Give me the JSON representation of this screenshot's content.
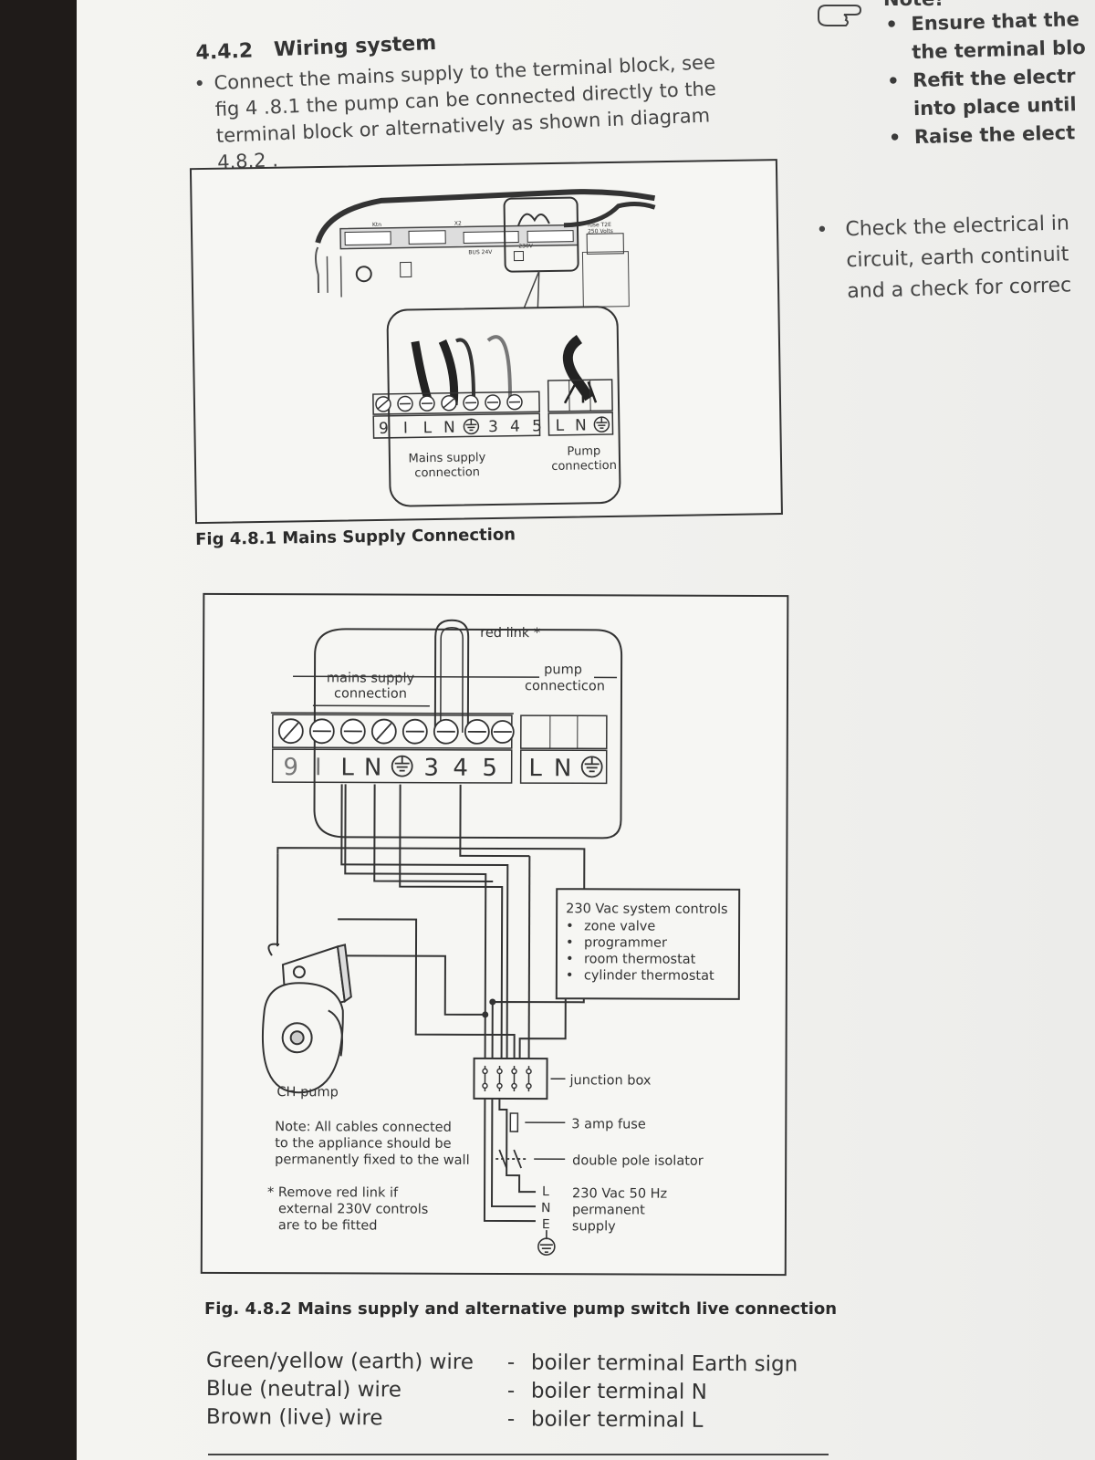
{
  "left": {
    "section_number": "4.4.2",
    "section_title": "Wiring system",
    "intro_lines": [
      "Connect the mains supply to the terminal block, see",
      "fig 4 .8.1  the pump can be connected directly to the",
      "terminal block or alternatively as shown in diagram",
      "4.8.2 ."
    ]
  },
  "right": {
    "note_heading": "Note!",
    "note_lines": [
      "Ensure that the",
      "the terminal blo",
      "Refit the electr",
      "into place until",
      "Raise the elect"
    ],
    "check_lines": [
      "Check the electrical in",
      "circuit, earth continuit",
      "and a check for correc"
    ]
  },
  "fig1": {
    "board_labels": [
      "Ktn",
      "X2",
      "BUS  24V",
      "230V",
      "fuse T2E",
      "250 Volts"
    ],
    "terminal_labels": [
      "9",
      "I",
      "L",
      "N",
      "3",
      "4",
      "5"
    ],
    "pump_terminal_labels": [
      "L",
      "N"
    ],
    "mains_label": [
      "Mains supply",
      "connection"
    ],
    "pump_label": [
      "Pump",
      "connection"
    ],
    "caption": "Fig 4.8.1 Mains Supply  Connection"
  },
  "fig2": {
    "red_link": "red link *",
    "mains_label": [
      "mains supply",
      "connection"
    ],
    "pump_label": [
      "pump",
      "connecticon"
    ],
    "terminal_labels": [
      "9",
      "I",
      "L",
      "N",
      "3",
      "4",
      "5"
    ],
    "pump_terminal_labels": [
      "L",
      "N"
    ],
    "controls_title": "230 Vac system controls",
    "controls_items": [
      "zone valve",
      "programmer",
      "room thermostat",
      "cylinder thermostat"
    ],
    "ch_pump": "CH pump",
    "junction_box": "junction box",
    "fuse": "3 amp fuse",
    "isolator": "double pole isolator",
    "supply_letters": [
      "L",
      "N",
      "E"
    ],
    "supply_label": [
      "230 Vac 50 Hz",
      "permanent",
      "supply"
    ],
    "note": [
      "Note: All cables connected",
      "to the appliance should be",
      "permanently fixed to the wall"
    ],
    "remove_note": [
      "* Remove red link if",
      "external 230V controls",
      "are to be fitted"
    ],
    "caption": "Fig. 4.8.2  Mains supply and alternative pump switch live connection"
  },
  "legend": [
    {
      "wire": "Green/yellow (earth) wire",
      "dash": "-",
      "terminal": "boiler terminal Earth sign"
    },
    {
      "wire": "Blue (neutral) wire",
      "dash": "-",
      "terminal": "boiler terminal N"
    },
    {
      "wire": "Brown (live) wire",
      "dash": "-",
      "terminal": "boiler terminal L"
    }
  ]
}
